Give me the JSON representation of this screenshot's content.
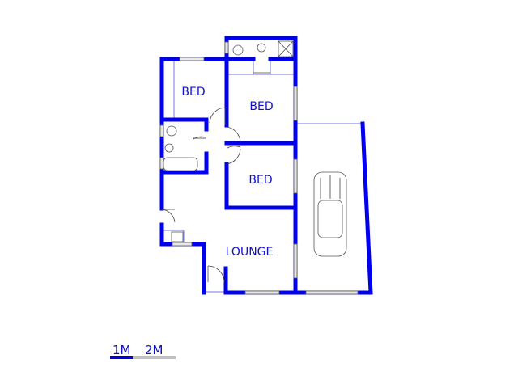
{
  "rooms": {
    "bed1": "BED",
    "bed2": "BED",
    "bed3": "BED",
    "lounge": "LOUNGE"
  },
  "scale_bar": {
    "label_1": "1M",
    "label_2": "2M"
  },
  "colors": {
    "wall": "#0000ee",
    "text": "#1010d0",
    "scale_gray": "#c0c0c0"
  }
}
